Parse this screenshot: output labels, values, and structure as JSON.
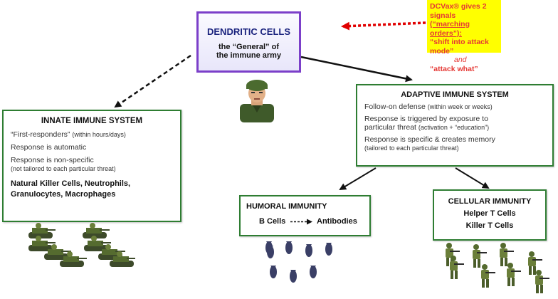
{
  "dendritic": {
    "title": "DENDRITIC CELLS",
    "subtitle_line1": "the “General” of",
    "subtitle_line2": "the immune army"
  },
  "dcvax": {
    "line1": "DCVax® gives 2 signals",
    "line2": "(“marching orders”):",
    "line3": "“shift into attack mode”",
    "line4": "and",
    "line5": "“attack what”",
    "bg_color": "#ffff00",
    "text_color": "#e53935"
  },
  "innate": {
    "title": "INNATE IMMUNE SYSTEM",
    "l1a": "“First-responders”",
    "l1b": "(within hours/days)",
    "l2": "Response is automatic",
    "l3": "Response is non-specific",
    "l4": "(not tailored to each particular threat)",
    "cells1": "Natural Killer Cells,  Neutrophils,",
    "cells2": "Granulocytes,  Macrophages"
  },
  "adaptive": {
    "title": "ADAPTIVE IMMUNE SYSTEM",
    "l1a": "Follow-on defense",
    "l1b": "(within week or weeks)",
    "l2": "Response is triggered by exposure to",
    "l3a": "particular threat",
    "l3b": "(activation + “education”)",
    "l4": "Response is specific & creates memory",
    "l5": "(tailored to each particular threat)"
  },
  "humoral": {
    "title": "HUMORAL IMMUNITY",
    "from": "B Cells",
    "to": "Antibodies"
  },
  "cellular": {
    "title": "CELLULAR IMMUNITY",
    "l1": "Helper T Cells",
    "l2": "Killer T Cells"
  },
  "colors": {
    "box_border": "#2e7d32",
    "dendritic_border": "#7b3fc9",
    "red_arrow": "#e00000",
    "soldier": "#556b2f",
    "bomb": "#3a3f66"
  },
  "icons": {
    "general": "soldier-portrait-icon",
    "tanks": "tank-icon",
    "bombs": "bomb-icon",
    "soldiers": "soldier-icon"
  }
}
